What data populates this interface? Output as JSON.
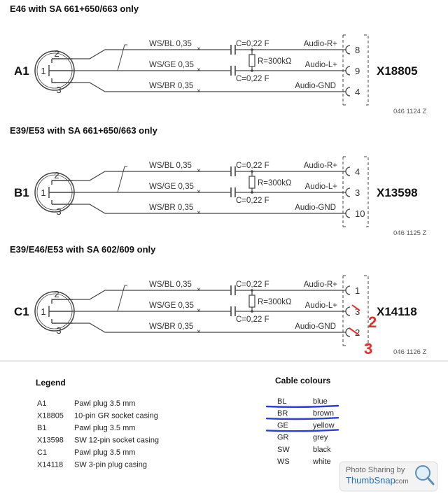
{
  "sections": [
    {
      "title": "E46 with SA 661+650/663 only",
      "plug": "A1",
      "plug_pins": [
        "2",
        "1",
        "3"
      ],
      "connector": "X18805",
      "code": "046 1124 Z",
      "wires": [
        "WS/BL 0,35",
        "WS/GE 0,35",
        "WS/BR 0,35"
      ],
      "capacitors": [
        "C=0,22  F",
        "C=0,22  F"
      ],
      "resistor": "R=300kΩ",
      "signals": [
        "Audio-R+",
        "Audio-L+",
        "Audio-GND"
      ],
      "pins": [
        "8",
        "9",
        "4"
      ],
      "annotations": []
    },
    {
      "title": "E39/E53 with SA 661+650/663 only",
      "plug": "B1",
      "plug_pins": [
        "2",
        "1",
        "3"
      ],
      "connector": "X13598",
      "code": "046 1125 Z",
      "wires": [
        "WS/BL 0,35",
        "WS/GE 0,35",
        "WS/BR 0,35"
      ],
      "capacitors": [
        "C=0,22  F",
        "C=0,22  F"
      ],
      "resistor": "R=300kΩ",
      "signals": [
        "Audio-R+",
        "Audio-L+",
        "Audio-GND"
      ],
      "pins": [
        "4",
        "3",
        "10"
      ],
      "annotations": []
    },
    {
      "title": "E39/E46/E53 with SA 602/609 only",
      "plug": "C1",
      "plug_pins": [
        "2",
        "1",
        "3"
      ],
      "connector": "X14118",
      "code": "046 1126 Z",
      "wires": [
        "WS/BL 0,35",
        "WS/GE 0,35",
        "WS/BR 0,35"
      ],
      "capacitors": [
        "C=0,22  F",
        "C=0,22  F"
      ],
      "resistor": "R=300kΩ",
      "signals": [
        "Audio-R+",
        "Audio-L+",
        "Audio-GND"
      ],
      "pins": [
        "1",
        "3",
        "2"
      ],
      "annotations": [
        "2",
        "3"
      ]
    }
  ],
  "legend": {
    "title": "Legend",
    "items": [
      {
        "code": "A1",
        "desc": "Pawl plug 3.5 mm"
      },
      {
        "code": "X18805",
        "desc": "10-pin GR socket casing"
      },
      {
        "code": "B1",
        "desc": "Pawl plug 3.5 mm"
      },
      {
        "code": "X13598",
        "desc": "SW 12-pin socket casing"
      },
      {
        "code": "C1",
        "desc": "Pawl plug 3.5 mm"
      },
      {
        "code": "X14118",
        "desc": "SW 3-pin plug casing"
      }
    ]
  },
  "cable_colours": {
    "title": "Cable colours",
    "items": [
      {
        "code": "BL",
        "name": "blue",
        "highlighted": true
      },
      {
        "code": "BR",
        "name": "brown",
        "highlighted": true
      },
      {
        "code": "GE",
        "name": "yellow",
        "highlighted": true
      },
      {
        "code": "GR",
        "name": "grey",
        "highlighted": false
      },
      {
        "code": "SW",
        "name": "black",
        "highlighted": false
      },
      {
        "code": "WS",
        "name": "white",
        "highlighted": false
      }
    ]
  },
  "watermark": {
    "line1": "Photo Sharing by",
    "brand": "ThumbSnap",
    "suffix": ".com"
  },
  "colors": {
    "line": "#444444",
    "highlight": "#2b3fd6",
    "annotation": "#e0302a",
    "watermark_brand": "#2a6fb0"
  }
}
